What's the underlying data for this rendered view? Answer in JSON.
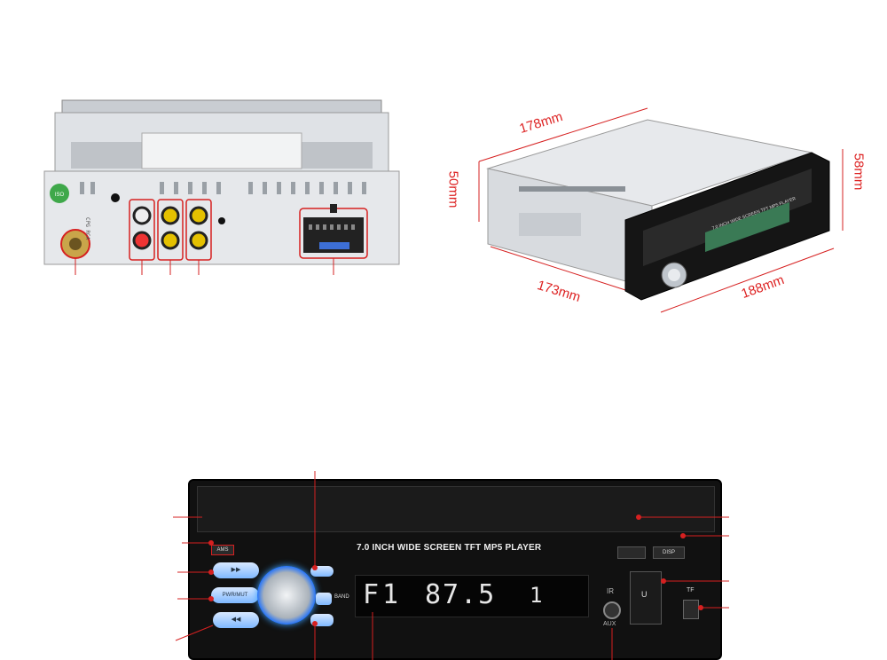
{
  "colors": {
    "accent": "#d62020",
    "display_text": "#e6e6e6",
    "button_glow": "#3aa0ff"
  },
  "rear_view": {
    "icon": "rear-panel-photo",
    "badge_text": "ISO",
    "label_vertical": "CPG RCA"
  },
  "side_view": {
    "dimensions": {
      "depth_top": "178mm",
      "height_left": "50mm",
      "height_right": "58mm",
      "depth_bottom": "173mm",
      "width_front": "188mm"
    },
    "faceplate_text": "7.0 INCH WIDE SCREEN TFT MP5 PLAYER"
  },
  "front_panel": {
    "model_text": "7.0 INCH WIDE SCREEN TFT  MP5  PLAYER",
    "buttons": {
      "ams": "AMS",
      "pwr_mut": "PWR/MUT",
      "band": "BAND",
      "disp": "DISP",
      "u": "U",
      "tf": "TF",
      "ir": "IR",
      "aux": "AUX",
      "next": "▶▶",
      "prev": "◀◀"
    },
    "display": {
      "band": "F1",
      "frequency": "87.5",
      "preset": "1"
    }
  }
}
